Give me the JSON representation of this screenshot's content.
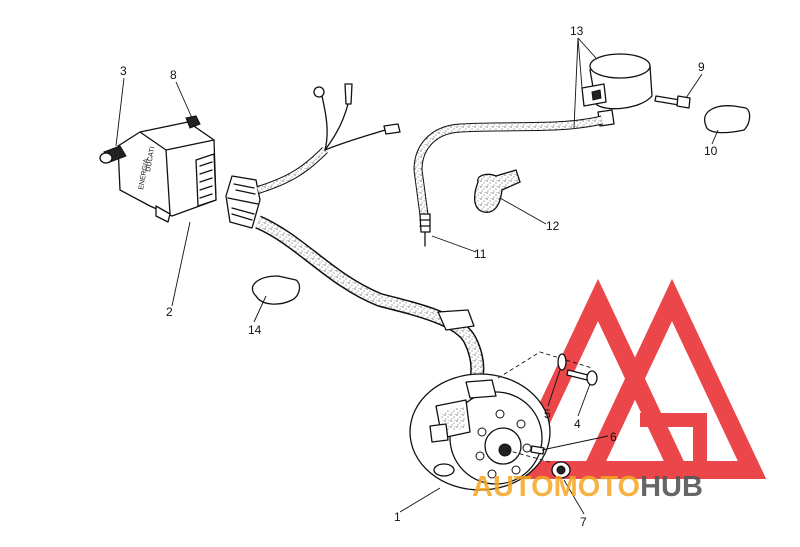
{
  "callouts": {
    "1": "1",
    "2": "2",
    "3": "3",
    "4": "4",
    "5": "5",
    "6": "6",
    "7": "7",
    "8": "8",
    "9": "9",
    "10": "10",
    "11": "11",
    "12": "12",
    "13": "13",
    "14": "14"
  },
  "module_text": {
    "line1": "DUCATI",
    "line2": "ENERGIA"
  },
  "watermark": {
    "part1": "AUTOMOTO",
    "part2": "HUB",
    "color_primary": "#f5a623",
    "color_secondary": "#555555",
    "color_logo": "#e8262a"
  }
}
